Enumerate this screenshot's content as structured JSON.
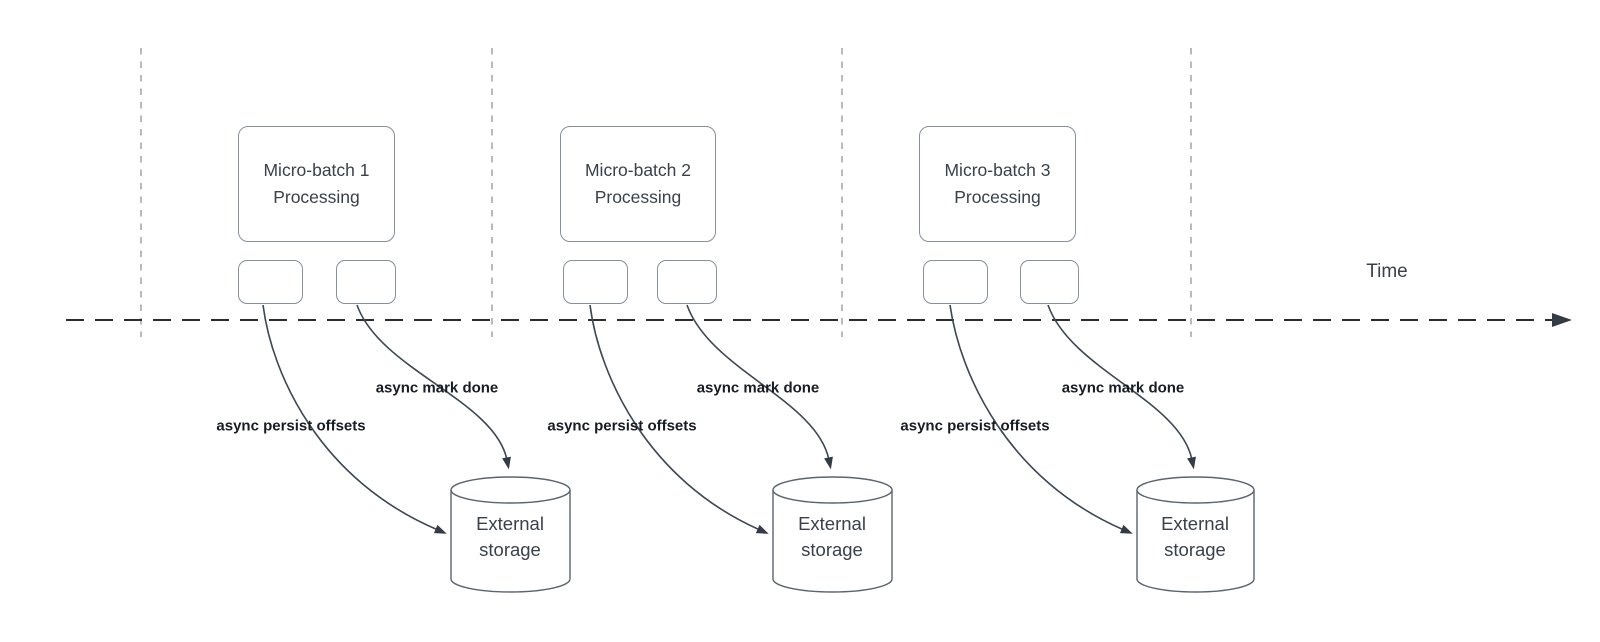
{
  "diagram": {
    "time_axis_label": "Time",
    "groups": [
      {
        "processing_label": "Micro-batch 1\nProcessing",
        "persist_offsets_label": "async persist offsets",
        "mark_done_label": "async mark done",
        "storage_label": "External\nstorage"
      },
      {
        "processing_label": "Micro-batch 2\nProcessing",
        "persist_offsets_label": "async persist offsets",
        "mark_done_label": "async mark done",
        "storage_label": "External\nstorage"
      },
      {
        "processing_label": "Micro-batch 3\nProcessing",
        "persist_offsets_label": "async persist offsets",
        "mark_done_label": "async mark done",
        "storage_label": "External\nstorage"
      }
    ],
    "colors": {
      "box_border": "#878f99",
      "cylinder_border": "#5b646f",
      "axis_line": "#2d2d2d",
      "gridline": "#b3b3b3",
      "arrow_line": "#3e4854",
      "arrowhead_fill": "#343b46",
      "text_primary": "#3a414c",
      "label_bold": "#181c23"
    }
  }
}
